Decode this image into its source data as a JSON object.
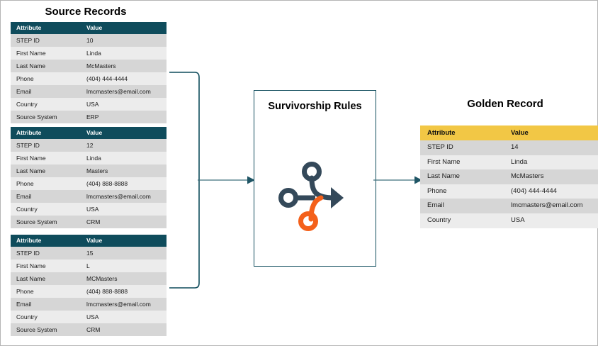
{
  "diagram": {
    "source_section_title": "Source Records",
    "golden_section_title": "Golden Record",
    "process_title": "Survivorship Rules",
    "colors": {
      "source_header_bg": "#0f4c5c",
      "golden_header_bg": "#f2c745",
      "row_odd_bg": "#d6d6d6",
      "row_even_bg": "#ececec",
      "connector": "#0f4c5c",
      "icon_dark": "#34495a",
      "icon_accent": "#f4601a",
      "frame_border": "#b5b5b5"
    },
    "columns": {
      "attribute": "Attribute",
      "value": "Value"
    },
    "source_records": [
      {
        "rows": [
          {
            "attribute": "STEP ID",
            "value": "10"
          },
          {
            "attribute": "First Name",
            "value": "Linda"
          },
          {
            "attribute": "Last Name",
            "value": "McMasters"
          },
          {
            "attribute": "Phone",
            "value": "(404) 444-4444"
          },
          {
            "attribute": "Email",
            "value": "lmcmasters@email.com"
          },
          {
            "attribute": "Country",
            "value": "USA"
          },
          {
            "attribute": "Source System",
            "value": "ERP"
          }
        ]
      },
      {
        "rows": [
          {
            "attribute": "STEP ID",
            "value": "12"
          },
          {
            "attribute": "First Name",
            "value": "Linda"
          },
          {
            "attribute": "Last Name",
            "value": "Masters"
          },
          {
            "attribute": "Phone",
            "value": "(404) 888-8888"
          },
          {
            "attribute": "Email",
            "value": "lmcmasters@email.com"
          },
          {
            "attribute": "Country",
            "value": "USA"
          },
          {
            "attribute": "Source System",
            "value": "CRM"
          }
        ]
      },
      {
        "rows": [
          {
            "attribute": "STEP ID",
            "value": "15"
          },
          {
            "attribute": "First Name",
            "value": "L"
          },
          {
            "attribute": "Last Name",
            "value": "MCMasters"
          },
          {
            "attribute": "Phone",
            "value": "(404) 888-8888"
          },
          {
            "attribute": "Email",
            "value": "lmcmasters@email.com"
          },
          {
            "attribute": "Country",
            "value": "USA"
          },
          {
            "attribute": "Source System",
            "value": "CRM"
          }
        ]
      }
    ],
    "golden_record": {
      "rows": [
        {
          "attribute": "STEP ID",
          "value": "14"
        },
        {
          "attribute": "First Name",
          "value": "Linda"
        },
        {
          "attribute": "Last Name",
          "value": "McMasters"
        },
        {
          "attribute": "Phone",
          "value": "(404) 444-4444"
        },
        {
          "attribute": "Email",
          "value": "lmcmasters@email.com"
        },
        {
          "attribute": "Country",
          "value": "USA"
        }
      ]
    },
    "icons": {
      "merge_icon": "merge-rules-icon",
      "brace": "source-group-brace",
      "arrow_left": "arrow-to-rules",
      "arrow_right": "arrow-to-golden"
    }
  }
}
